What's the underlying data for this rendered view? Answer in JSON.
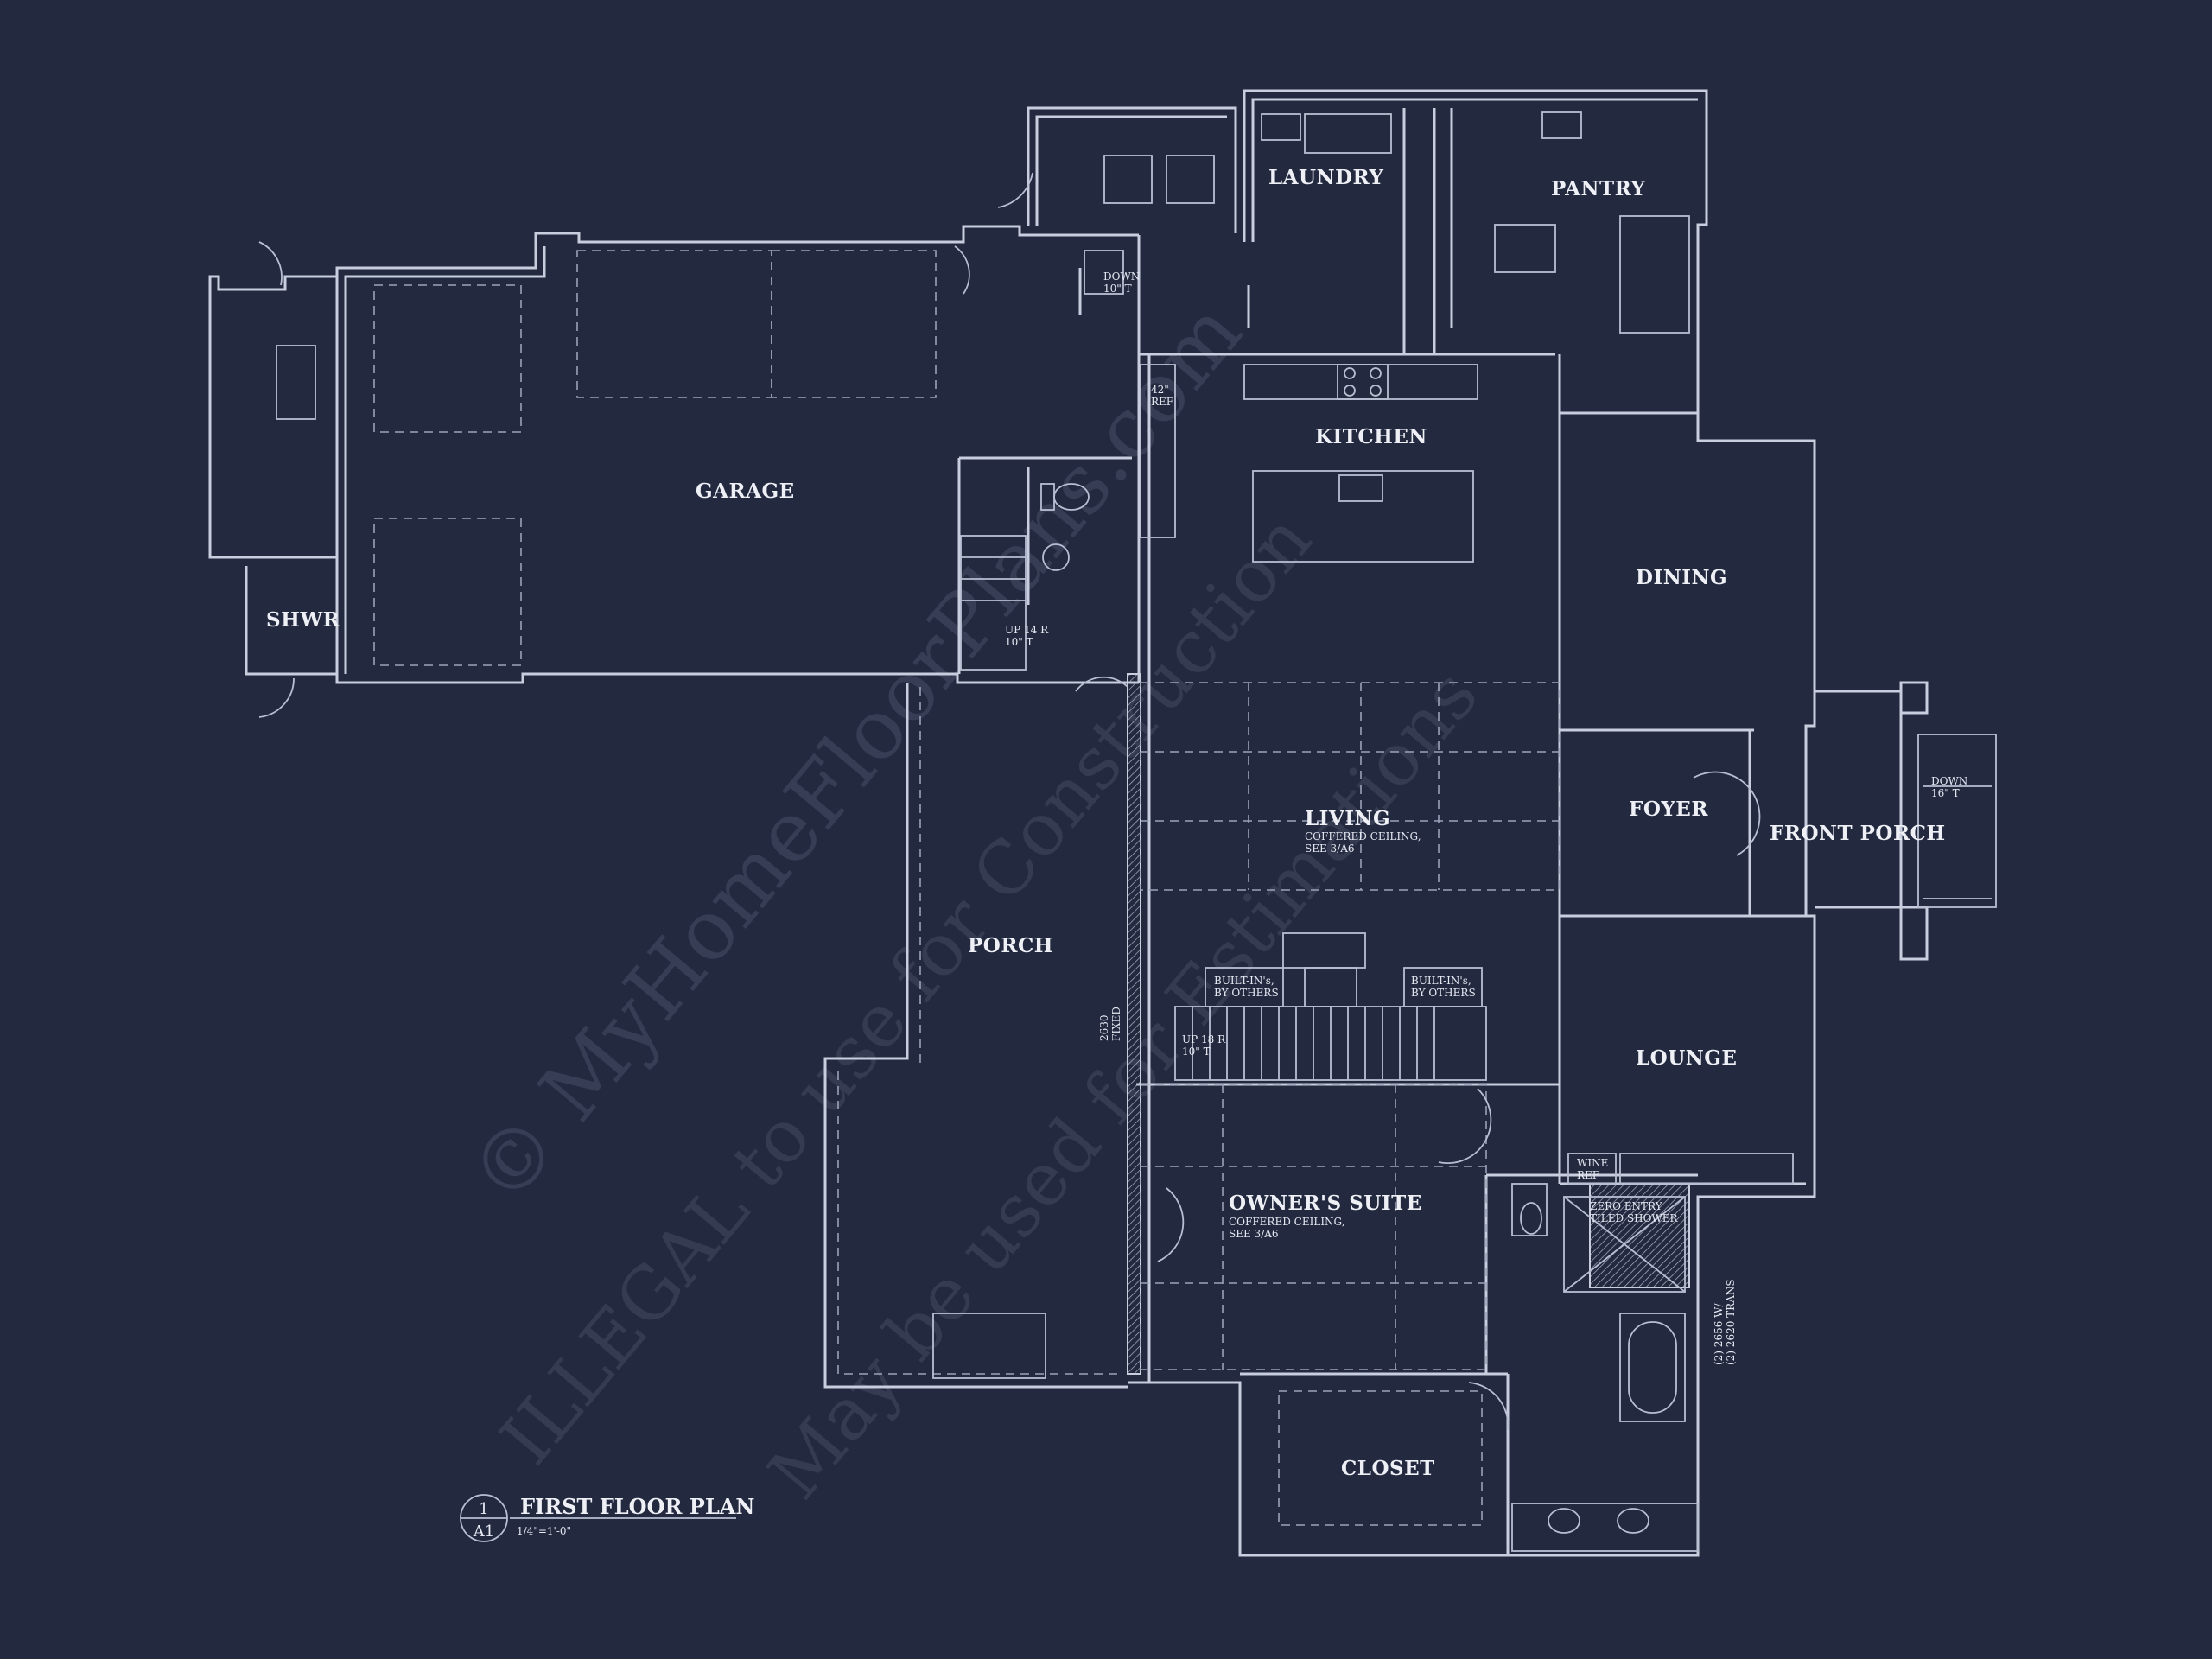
{
  "rooms": {
    "laundry": "LAUNDRY",
    "pantry": "PANTRY",
    "garage": "GARAGE",
    "kitchen": "KITCHEN",
    "dining": "DINING",
    "shwr": "SHWR",
    "living": "LIVING",
    "foyer": "FOYER",
    "front_porch": "FRONT PORCH",
    "porch": "PORCH",
    "lounge": "LOUNGE",
    "owners_suite": "OWNER'S SUITE",
    "closet": "CLOSET"
  },
  "notes": {
    "down_rear_1": "DOWN",
    "down_rear_2": "10\" T",
    "ref_1": "42\"",
    "ref_2": "REF",
    "up_garage_1": "UP 14 R",
    "up_garage_2": "10\" T",
    "living_ceiling_1": "COFFERED CEILING,",
    "living_ceiling_2": "SEE 3/A6",
    "down_front_1": "DOWN",
    "down_front_2": "16\" T",
    "builtins_left_1": "BUILT-IN's,",
    "builtins_left_2": "BY OTHERS",
    "builtins_right_1": "BUILT-IN's,",
    "builtins_right_2": "BY OTHERS",
    "fixed_1": "2630",
    "fixed_2": "FIXED",
    "up_stair_1": "UP 18 R",
    "up_stair_2": "10\" T",
    "wine_1": "WINE",
    "wine_2": "REF",
    "suite_ceiling_1": "COFFERED CEILING,",
    "suite_ceiling_2": "SEE 3/A6",
    "shower_1": "ZERO ENTRY",
    "shower_2": "TILED SHOWER",
    "window_1": "(2) 2656 W/",
    "window_2": "(2) 2620 TRANS"
  },
  "title_block": {
    "number": "1",
    "sheet": "A1",
    "title": "FIRST FLOOR PLAN",
    "scale": "1/4\"=1'-0\""
  },
  "watermark": {
    "line1": "© MyHomeFloorPlans.com",
    "line2": "ILLEGAL to use for Construction",
    "line3": "May be used for Estimations"
  }
}
